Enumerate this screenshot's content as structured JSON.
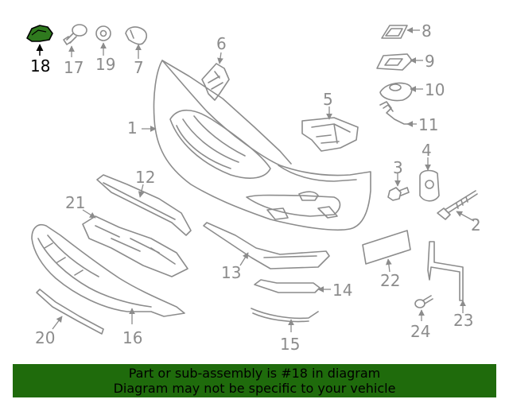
{
  "diagram": {
    "callouts": {
      "p1": "1",
      "p2": "2",
      "p3": "3",
      "p4": "4",
      "p5": "5",
      "p6": "6",
      "p7": "7",
      "p8": "8",
      "p9": "9",
      "p10": "10",
      "p11": "11",
      "p12": "12",
      "p13": "13",
      "p14": "14",
      "p15": "15",
      "p16": "16",
      "p17": "17",
      "p18": "18",
      "p19": "19",
      "p20": "20",
      "p21": "21",
      "p22": "22",
      "p23": "23",
      "p24": "24"
    },
    "highlighted_part": "18",
    "colors": {
      "line_gray": "#8c8c8c",
      "highlight_green": "#2f7a1e",
      "banner_green": "#1f6b0c"
    }
  },
  "banner": {
    "line1": "Part or sub-assembly is #18 in diagram",
    "line2": "Diagram may not be specific to your vehicle"
  }
}
